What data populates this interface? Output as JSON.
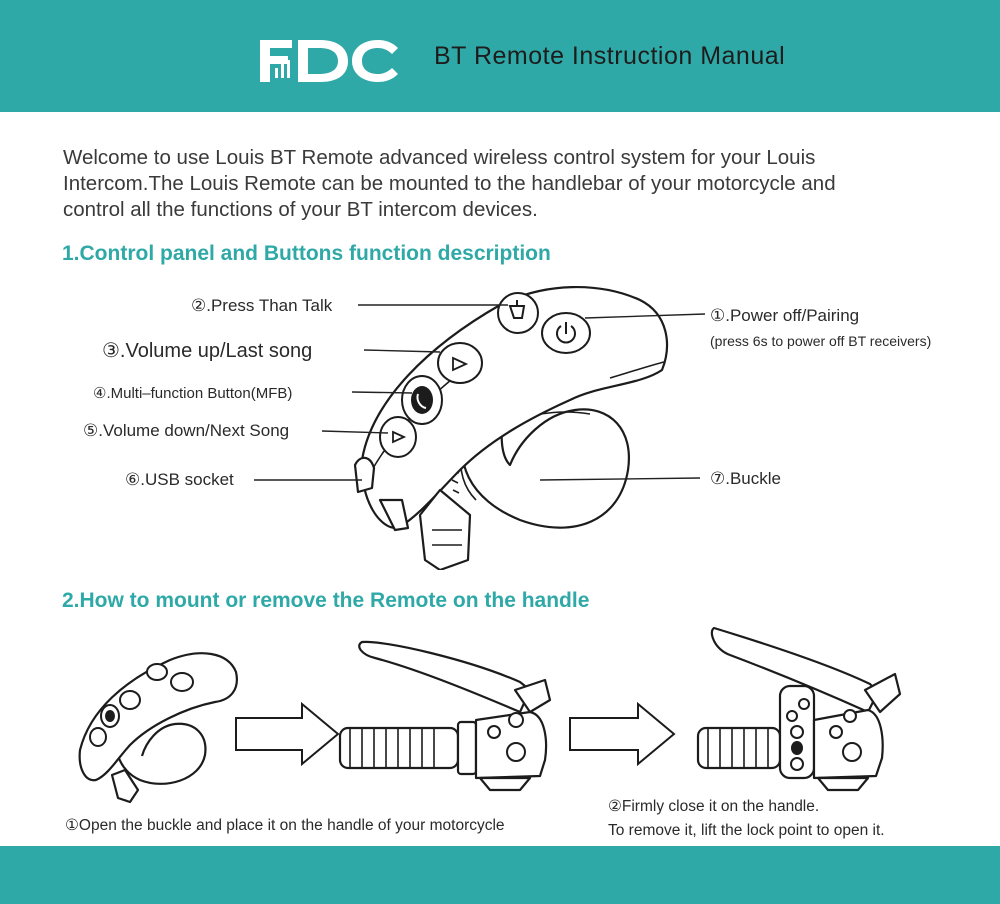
{
  "header": {
    "logo_text": "FDC",
    "title": "BT Remote Instruction Manual",
    "color": "#2fa9a7"
  },
  "intro": {
    "line1": "Welcome to use Louis BT Remote advanced wireless control system for your Louis",
    "line2": "Intercom.The Louis Remote can be mounted to the handlebar of your motorcycle and",
    "line3": "control all the functions of your BT intercom devices."
  },
  "section1": {
    "title": "1.Control panel and Buttons function description",
    "labels": {
      "power": "①.Power off/Pairing",
      "power_note": "(press 6s to power off BT receivers)",
      "talk": "②.Press Than Talk",
      "volume_up": "③.Volume up/Last song",
      "mfb": "④.Multi–function Button(MFB)",
      "volume_down": "⑤.Volume down/Next Song",
      "usb": "⑥.USB socket",
      "buckle": "⑦.Buckle"
    }
  },
  "section2": {
    "title": "2.How to mount or remove the Remote on the handle",
    "step1": "①Open the buckle and place it on the handle of your motorcycle",
    "step2_line1": "②Firmly close it on the handle.",
    "step2_line2": "To remove it, lift the lock point to open it."
  },
  "icons": {
    "talk": "walkie-talkie-icon",
    "power": "power-icon",
    "up": "triangle-up-icon",
    "mfb": "phone-icon",
    "down": "triangle-down-icon"
  }
}
